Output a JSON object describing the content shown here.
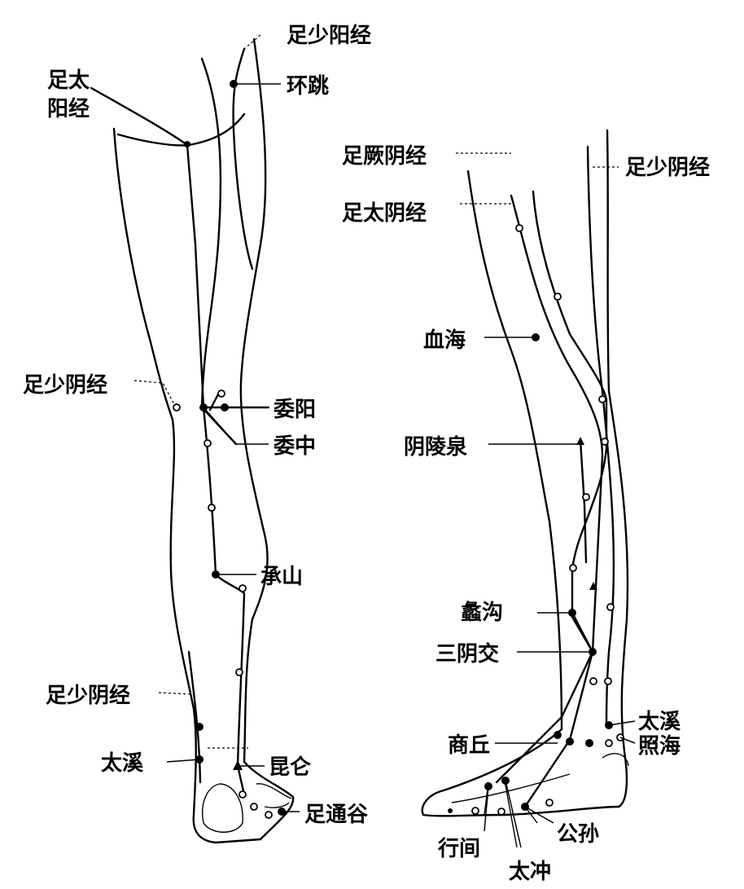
{
  "labels": {
    "left_leg": {
      "zu_shaoyang_jing": "足少阳经",
      "huantiao": "环跳",
      "zu_taiyang_jing_line1": "足太",
      "zu_taiyang_jing_line2": "阳经",
      "zu_shaoyin_jing_mid": "足少阴经",
      "weiyang": "委阳",
      "weizhong": "委中",
      "chengshan": "承山",
      "zu_shaoyin_jing_low": "足少阴经",
      "taixi": "太溪",
      "kunlun": "昆仑",
      "zutonggu": "足通谷"
    },
    "right_leg": {
      "zu_jueyin_jing": "足厥阴经",
      "zu_shaoyin_jing": "足少阴经",
      "zu_taiyin_jing": "足太阴经",
      "xuehai": "血海",
      "yinlingquan": "阴陵泉",
      "ligou": "蠡沟",
      "sanyinjiao": "三阴交",
      "shangqiu": "商丘",
      "taixi": "太溪",
      "zhaohai": "照海",
      "xingjian": "行间",
      "gongsun": "公孙",
      "taichong": "太冲"
    }
  }
}
